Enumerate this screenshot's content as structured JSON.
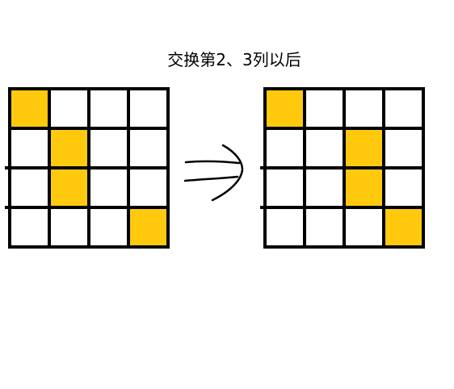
{
  "caption": "交换第2、3列以后",
  "colors": {
    "highlight": "#ffc90e",
    "empty": "#ffffff",
    "line": "#000000",
    "background": "#ffffff"
  },
  "grids": [
    {
      "name": "before",
      "rows": 4,
      "cols": 4,
      "filled": [
        [
          0,
          0
        ],
        [
          1,
          1
        ],
        [
          2,
          1
        ],
        [
          3,
          3
        ]
      ]
    },
    {
      "name": "after",
      "rows": 4,
      "cols": 4,
      "filled": [
        [
          0,
          0
        ],
        [
          1,
          2
        ],
        [
          2,
          2
        ],
        [
          3,
          3
        ]
      ]
    }
  ],
  "arrow": {
    "icon": "double-arrow-right-icon"
  }
}
